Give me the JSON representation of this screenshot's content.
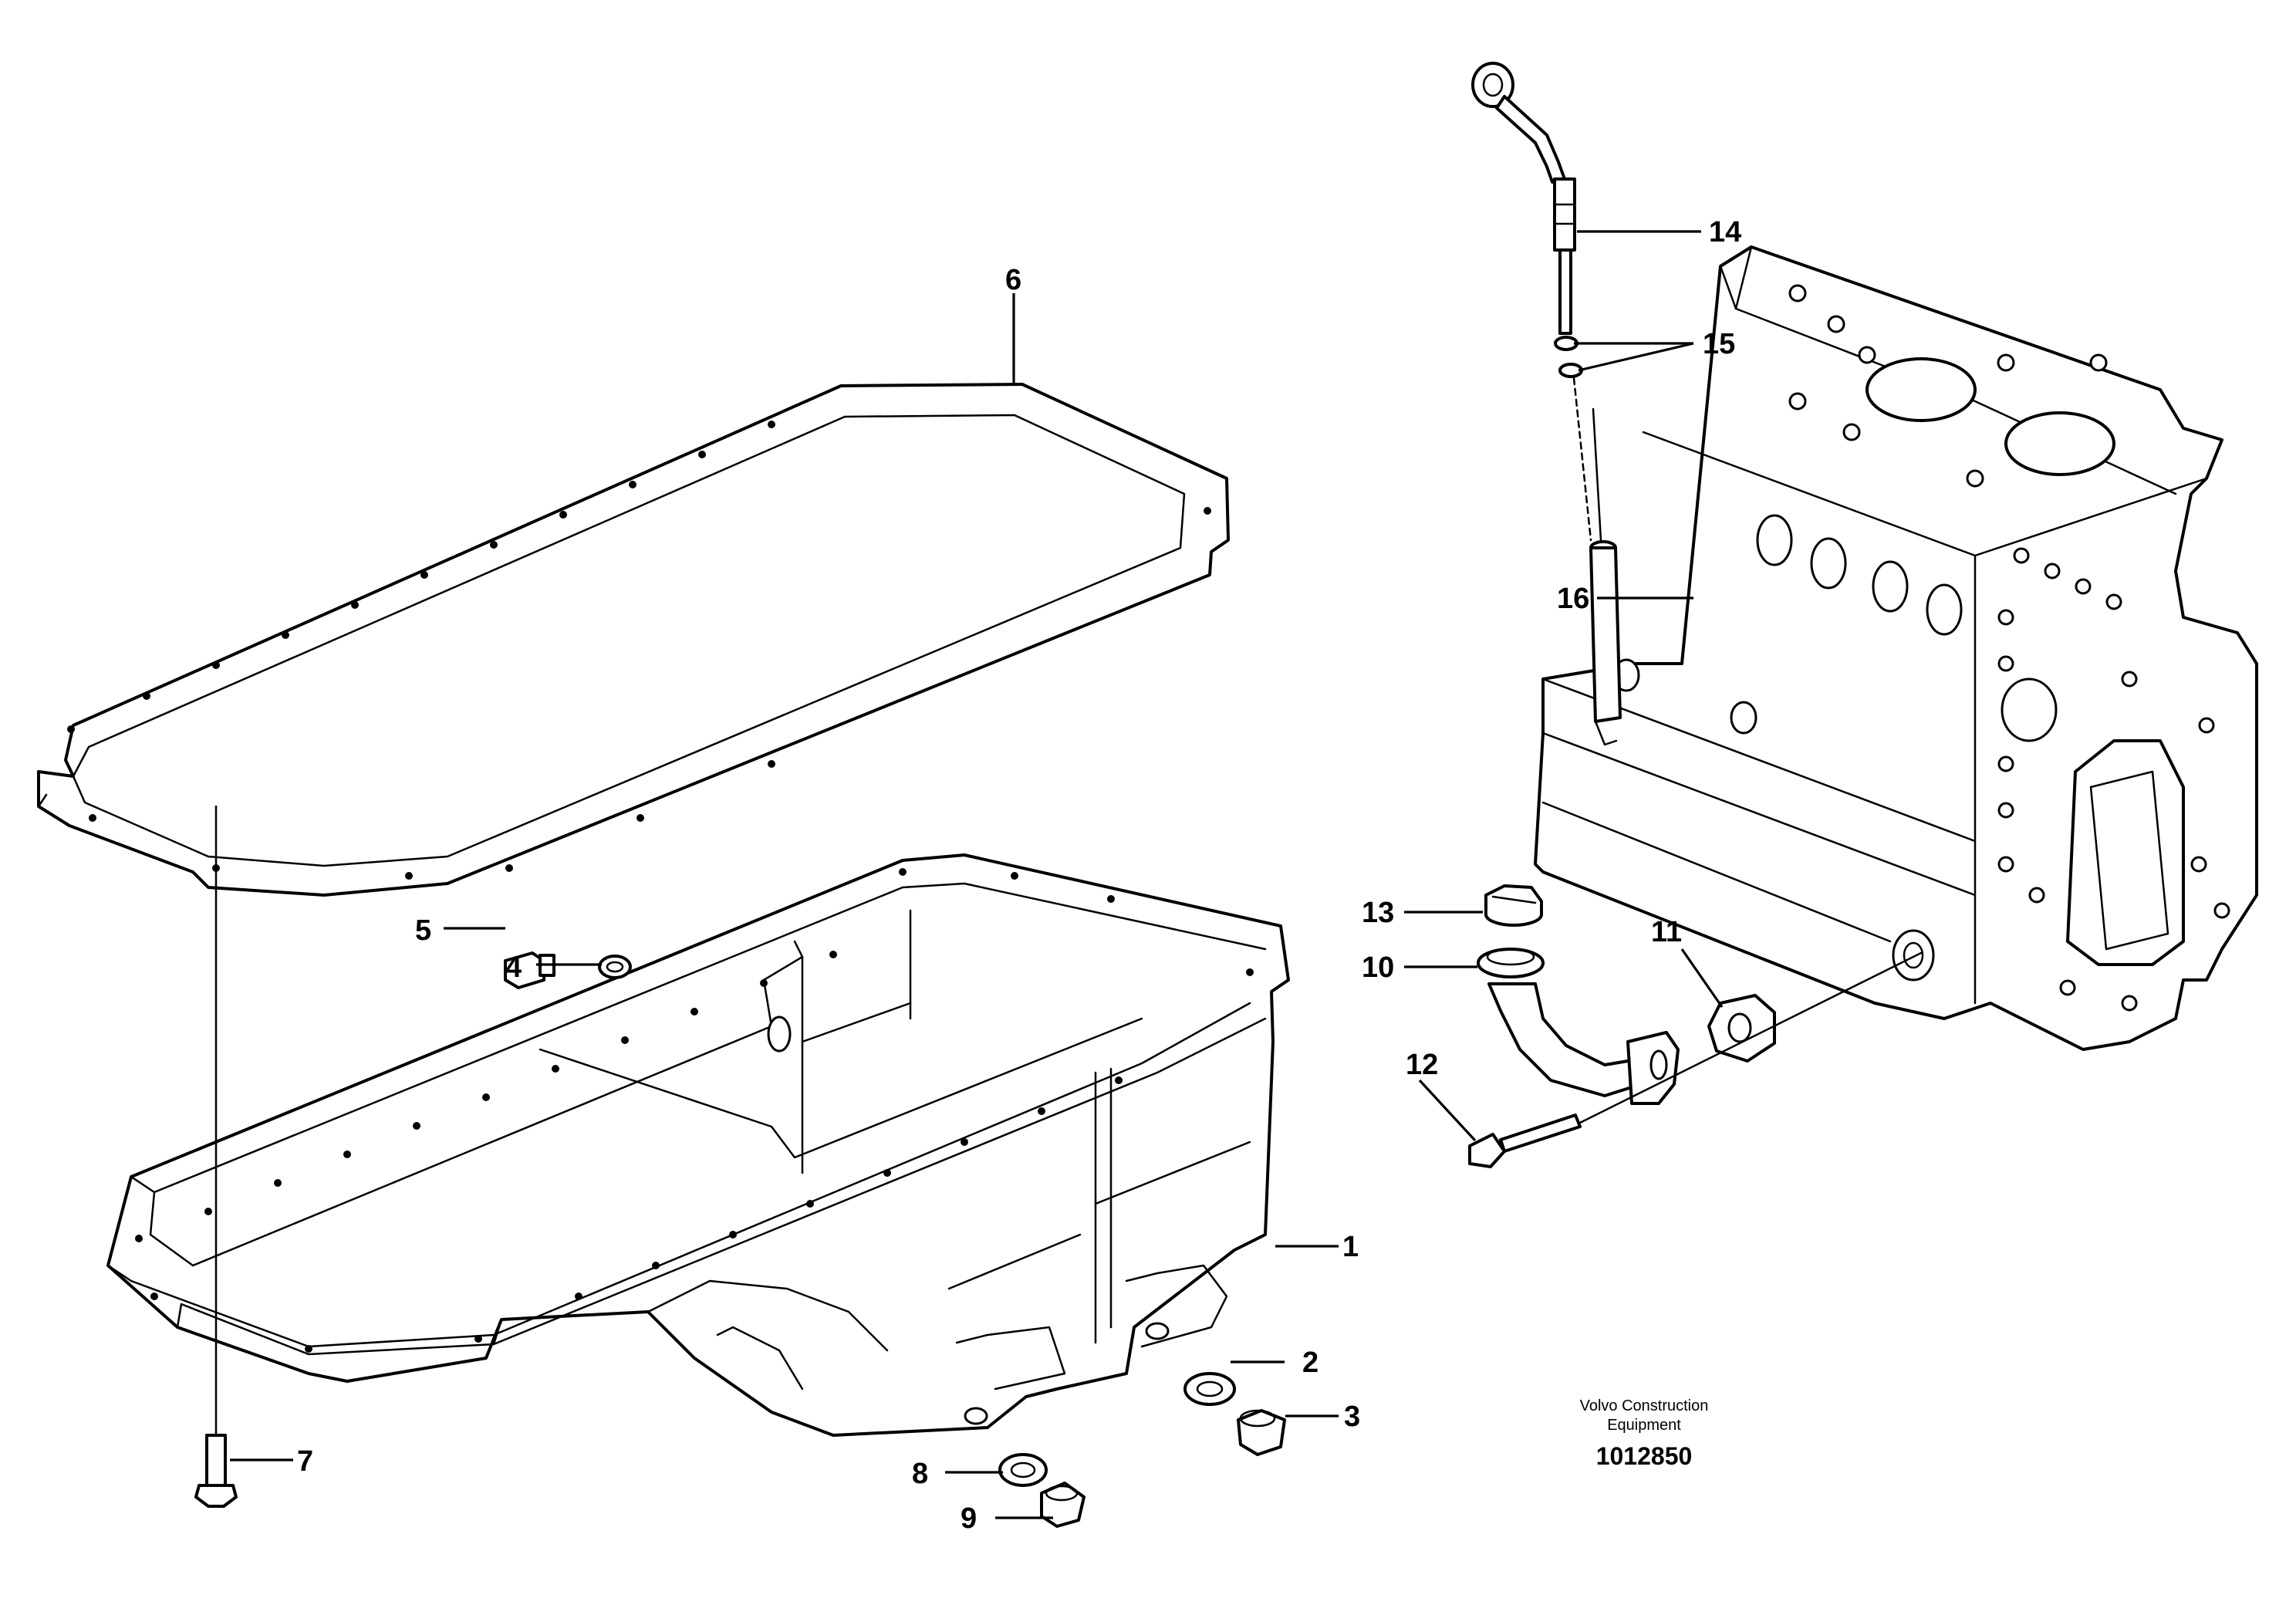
{
  "callouts": {
    "c1": "1",
    "c2": "2",
    "c3": "3",
    "c4": "4",
    "c5": "5",
    "c6": "6",
    "c7": "7",
    "c8": "8",
    "c9": "9",
    "c10": "10",
    "c11": "11",
    "c12": "12",
    "c13": "13",
    "c14": "14",
    "c15": "15",
    "c16": "16"
  },
  "caption": {
    "line1": "Volvo Construction",
    "line2": "Equipment",
    "doc_number": "1012850"
  }
}
